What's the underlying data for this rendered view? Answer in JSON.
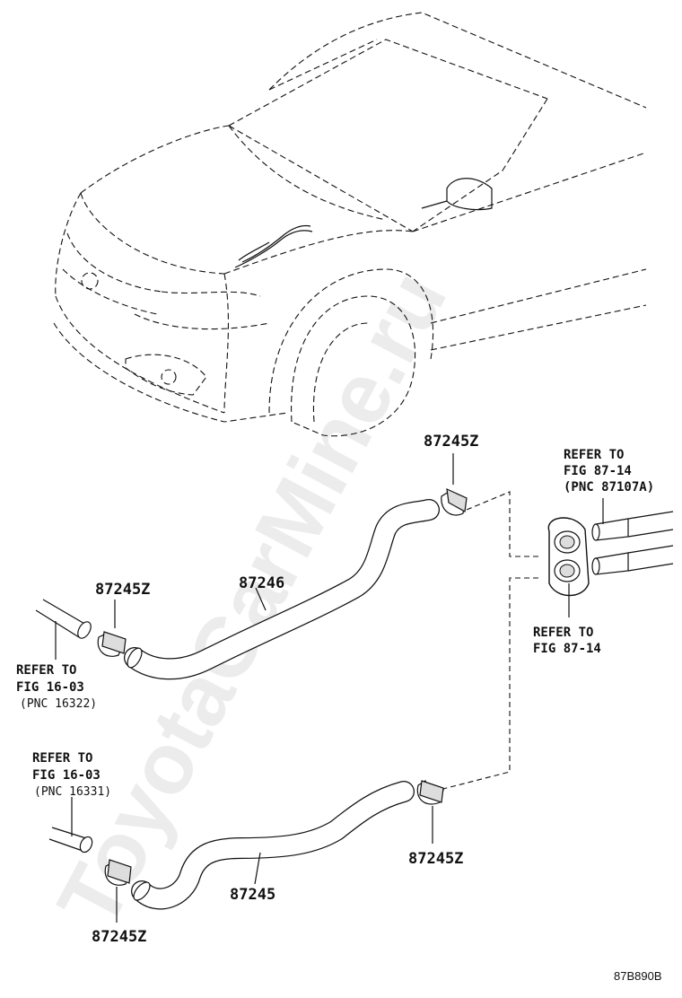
{
  "watermark": "ToyotaCarMine.ru",
  "diagram_code": "87B890B",
  "labels": {
    "clip_top": "87245Z",
    "clip_left": "87245Z",
    "hose_upper": "87246",
    "clip_right_lower": "87245Z",
    "hose_lower": "87245",
    "clip_bottom": "87245Z"
  },
  "refs": {
    "ref_87107a": {
      "line1": "REFER TO",
      "line2": "FIG 87-14",
      "line3": "(PNC 87107A)"
    },
    "ref_87_14": {
      "line1": "REFER TO",
      "line2": "FIG 87-14"
    },
    "ref_16322": {
      "line1": "REFER TO",
      "line2": "FIG 16-03",
      "line3": "(PNC 16322)"
    },
    "ref_16331": {
      "line1": "REFER TO",
      "line2": "FIG 16-03",
      "line3": "(PNC 16331)"
    }
  }
}
